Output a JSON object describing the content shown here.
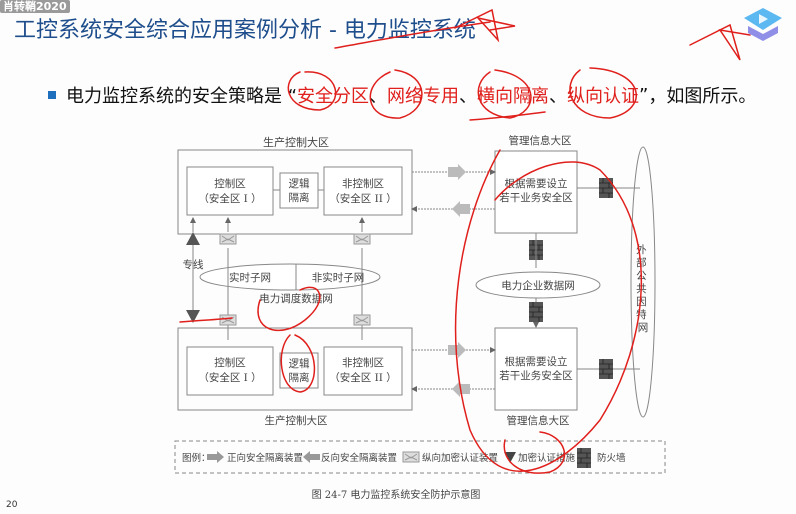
{
  "watermark": "肖转鞘2020",
  "slide": {
    "title": "工控系统安全综合应用案例分析 - 电力监控系统",
    "page_number": "20",
    "bullet": {
      "prefix": "电力监控系统的安全策略是 “",
      "highlights": [
        "安全分区",
        "网络专用",
        "横向隔离",
        "纵向认证"
      ],
      "separator": "、",
      "close_quote": "”",
      "suffix": "，如图所示。"
    }
  },
  "logo": {
    "icon": "play-graduation-cap-icon",
    "colors": {
      "top": "#5bb8f0",
      "bottom": "#8f8fe8"
    }
  },
  "figure": {
    "top_zone_title": "生产控制大区",
    "bottom_zone_title": "生产控制大区",
    "top_mgmt_title": "管理信息大区",
    "bottom_mgmt_title": "管理信息大区",
    "control_area": {
      "line1": "控制区",
      "line2": "（安全区 I ）"
    },
    "noncontrol_area": {
      "line1": "非控制区",
      "line2": "（安全区 II ）"
    },
    "logic_isolation": {
      "line1": "逻辑",
      "line2": "隔离"
    },
    "business_zone": {
      "line1": "根据需要设立",
      "line2": "若干业务安全区"
    },
    "dedicated_line": "专线",
    "realtime_subnet": "实时子网",
    "nonrealtime_subnet": "非实时子网",
    "dispatch_network": "电力调度数据网",
    "enterprise_network": "电力企业数据网",
    "internet": "外部公共因特网",
    "legend": {
      "label": "图例：",
      "items": [
        {
          "icon": "forward-isolation-arrow-icon",
          "label": "正向安全隔离装置"
        },
        {
          "icon": "reverse-isolation-arrow-icon",
          "label": "反向安全隔离装置"
        },
        {
          "icon": "vertical-encryption-device-icon",
          "label": "纵向加密认证装置"
        },
        {
          "icon": "encryption-triangle-icon",
          "label": "加密认证措施"
        },
        {
          "icon": "firewall-icon",
          "label": "防火墙"
        }
      ]
    },
    "caption": "图 24-7   电力监控系统安全防护示意图"
  },
  "colors": {
    "title": "#1f4e8c",
    "highlight": "#e0201c",
    "bullet": "#1f6fbf",
    "diagram_line": "#777777"
  }
}
